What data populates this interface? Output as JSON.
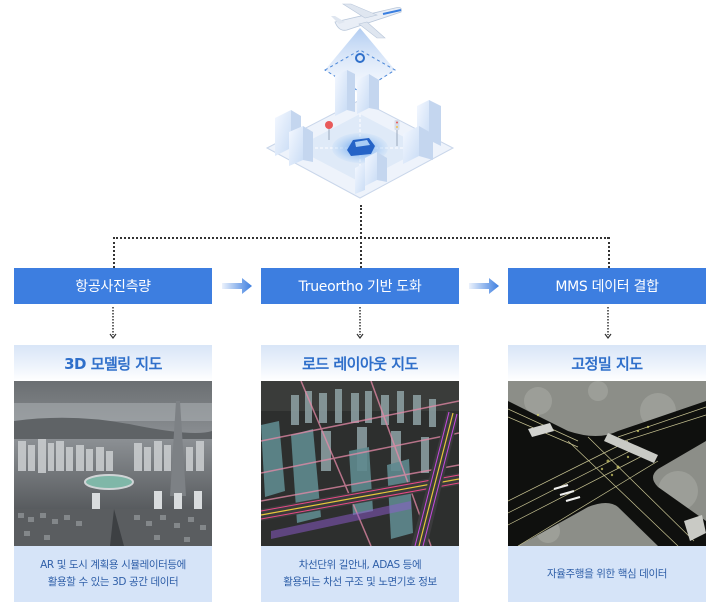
{
  "hero": {
    "icons": [
      "airplane-icon",
      "scan-beam-icon",
      "city-buildings-icon",
      "car-icon",
      "stop-sign-icon",
      "traffic-light-icon"
    ]
  },
  "steps": [
    {
      "label": "항공사진측량"
    },
    {
      "label": "Trueortho 기반 도화"
    },
    {
      "label": "MMS 데이터 결합"
    }
  ],
  "cards": [
    {
      "title": "3D 모델링 지도",
      "image": "aerial-3d-city-model",
      "desc_line1": "AR 및 도시 계획용 시뮬레이터등에",
      "desc_line2": "활용할 수 있는 3D 공간 데이터"
    },
    {
      "title": "로드 레이아웃 지도",
      "image": "road-layout-3d-city",
      "desc_line1": "차선단위 길안내, ADAS 등에",
      "desc_line2": "활용되는 차선 구조 및 노면기호 정보"
    },
    {
      "title": "고정밀 지도",
      "image": "hd-map-pointcloud-intersection",
      "desc_line1": "자율주행을 위한 핵심 데이터",
      "desc_line2": ""
    }
  ],
  "colors": {
    "step_blue": "#3d7ee0",
    "title_blue": "#2f6fca",
    "desc_bg": "#d6e4f8",
    "desc_text": "#2f5fa8"
  }
}
